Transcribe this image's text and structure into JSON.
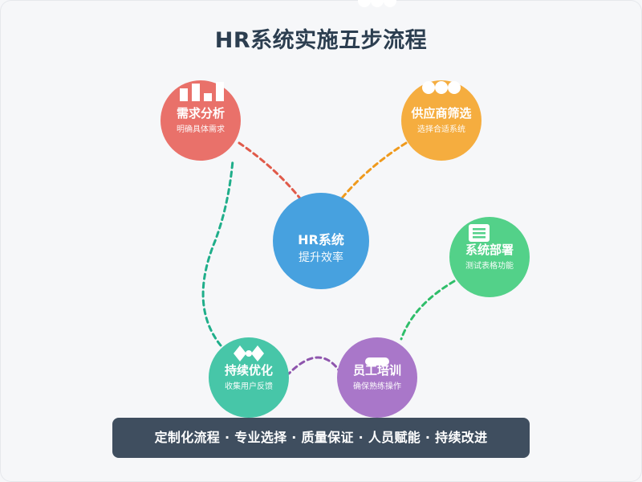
{
  "title": "HR系统实施五步流程",
  "center": {
    "title": "HR系统",
    "subtitle": "提升效率"
  },
  "steps": [
    {
      "title": "需求分析",
      "subtitle": "明确具体需求",
      "icon": "bar-chart-icon",
      "color": "#e9716a"
    },
    {
      "title": "供应商筛选",
      "subtitle": "选择合适系统",
      "icon": "people-icon",
      "color": "#f5ad3f"
    },
    {
      "title": "系统部署",
      "subtitle": "测试表格功能",
      "icon": "document-icon",
      "color": "#53d189"
    },
    {
      "title": "员工培训",
      "subtitle": "确保熟练操作",
      "icon": "book-icon",
      "color": "#a977c9"
    },
    {
      "title": "持续优化",
      "subtitle": "收集用户反馈",
      "icon": "gears-icon",
      "color": "#47c6a8"
    }
  ],
  "center_color": "#47a1df",
  "connector_colors": {
    "analysis_to_center": "#e05a4a",
    "supplier_to_center": "#ef9a1d",
    "deploy_to_training": "#2fbe6a",
    "training_to_optimize": "#8e55ad",
    "optimize_to_analysis": "#1fae8a"
  },
  "banner": "定制化流程 · 专业选择 · 质量保证 · 人员赋能 · 持续改进"
}
